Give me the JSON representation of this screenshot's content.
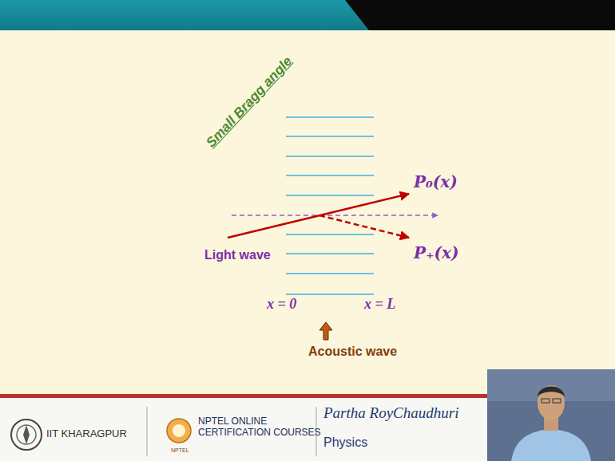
{
  "diagram": {
    "title": "Small Bragg angle",
    "labels": [
      "P₀(x)",
      "P₊(x)",
      "Light wave",
      "x = 0",
      "x = L",
      "Acoustic wave",
      "IIT KHARAGPUR",
      "NPTEL",
      "NPTEL ONLINE CERTIFICATION COURSES",
      "Partha RoyChaudhuri",
      "Physics"
    ]
  }
}
